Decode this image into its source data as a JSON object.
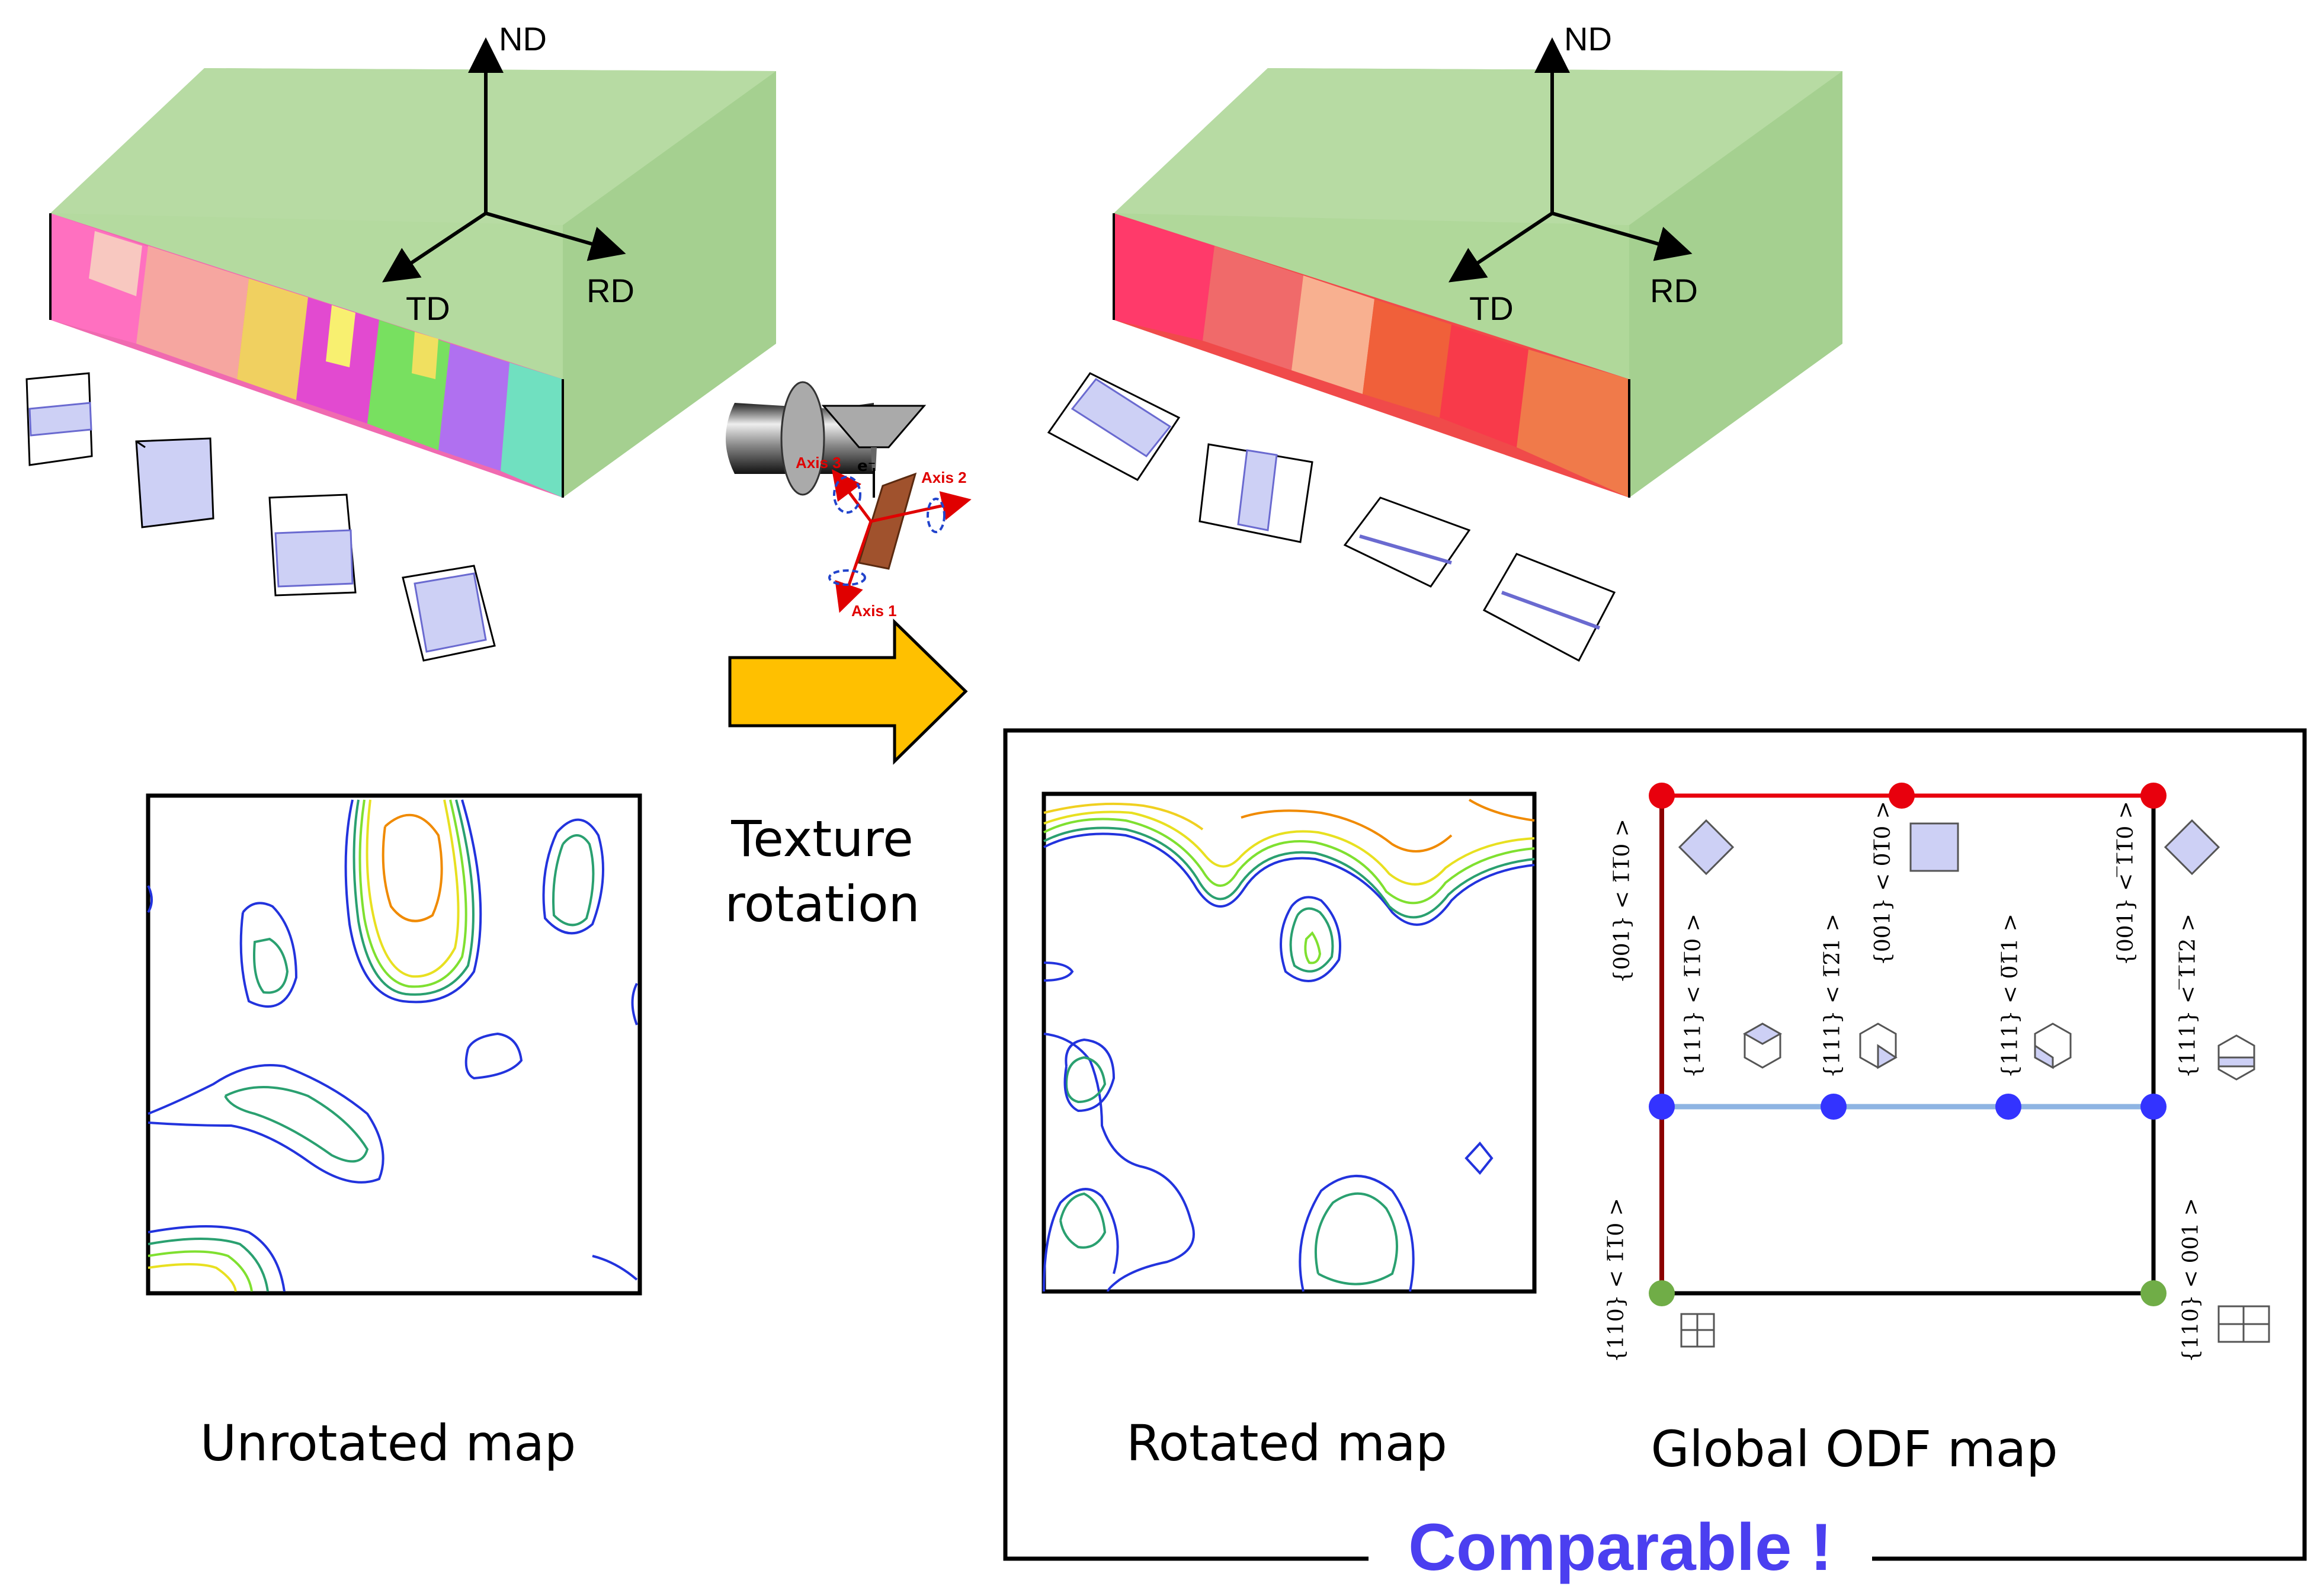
{
  "axes": {
    "nd": "ND",
    "td": "TD",
    "rd": "RD"
  },
  "instrument": {
    "axis1": "Axis 1",
    "axis2": "Axis 2",
    "axis3": "Axis 3",
    "electron": "e⁻"
  },
  "arrow_label": {
    "line1": "Texture",
    "line2": "rotation"
  },
  "captions": {
    "unrotated": "Unrotated map",
    "rotated": "Rotated map",
    "global": "Global ODF map"
  },
  "banner": "Comparable !",
  "colors": {
    "block": "#b0d89a",
    "arrow": "#ffc000",
    "banner": "#4b3ff0",
    "odf_red": "#e8000d",
    "odf_blue": "#3333ff",
    "odf_green": "#70ad47"
  },
  "odf_labels": {
    "tl": "{001} < 1̅1̅0 >",
    "tm": "{001} < 0̅1̅0 >",
    "tr": "{001} < ̅1̅1̅0 >",
    "ml1": "{111} < 1̅1̅0 >",
    "ml2": "{111} < 1̅2̅1 >",
    "ml3": "{111} < 0̅1̅1 >",
    "mr": "{111} < ̅1̅1̅2 >",
    "bl": "{110} < 1̅1̅0 >",
    "br": "{110} < 001 >"
  }
}
